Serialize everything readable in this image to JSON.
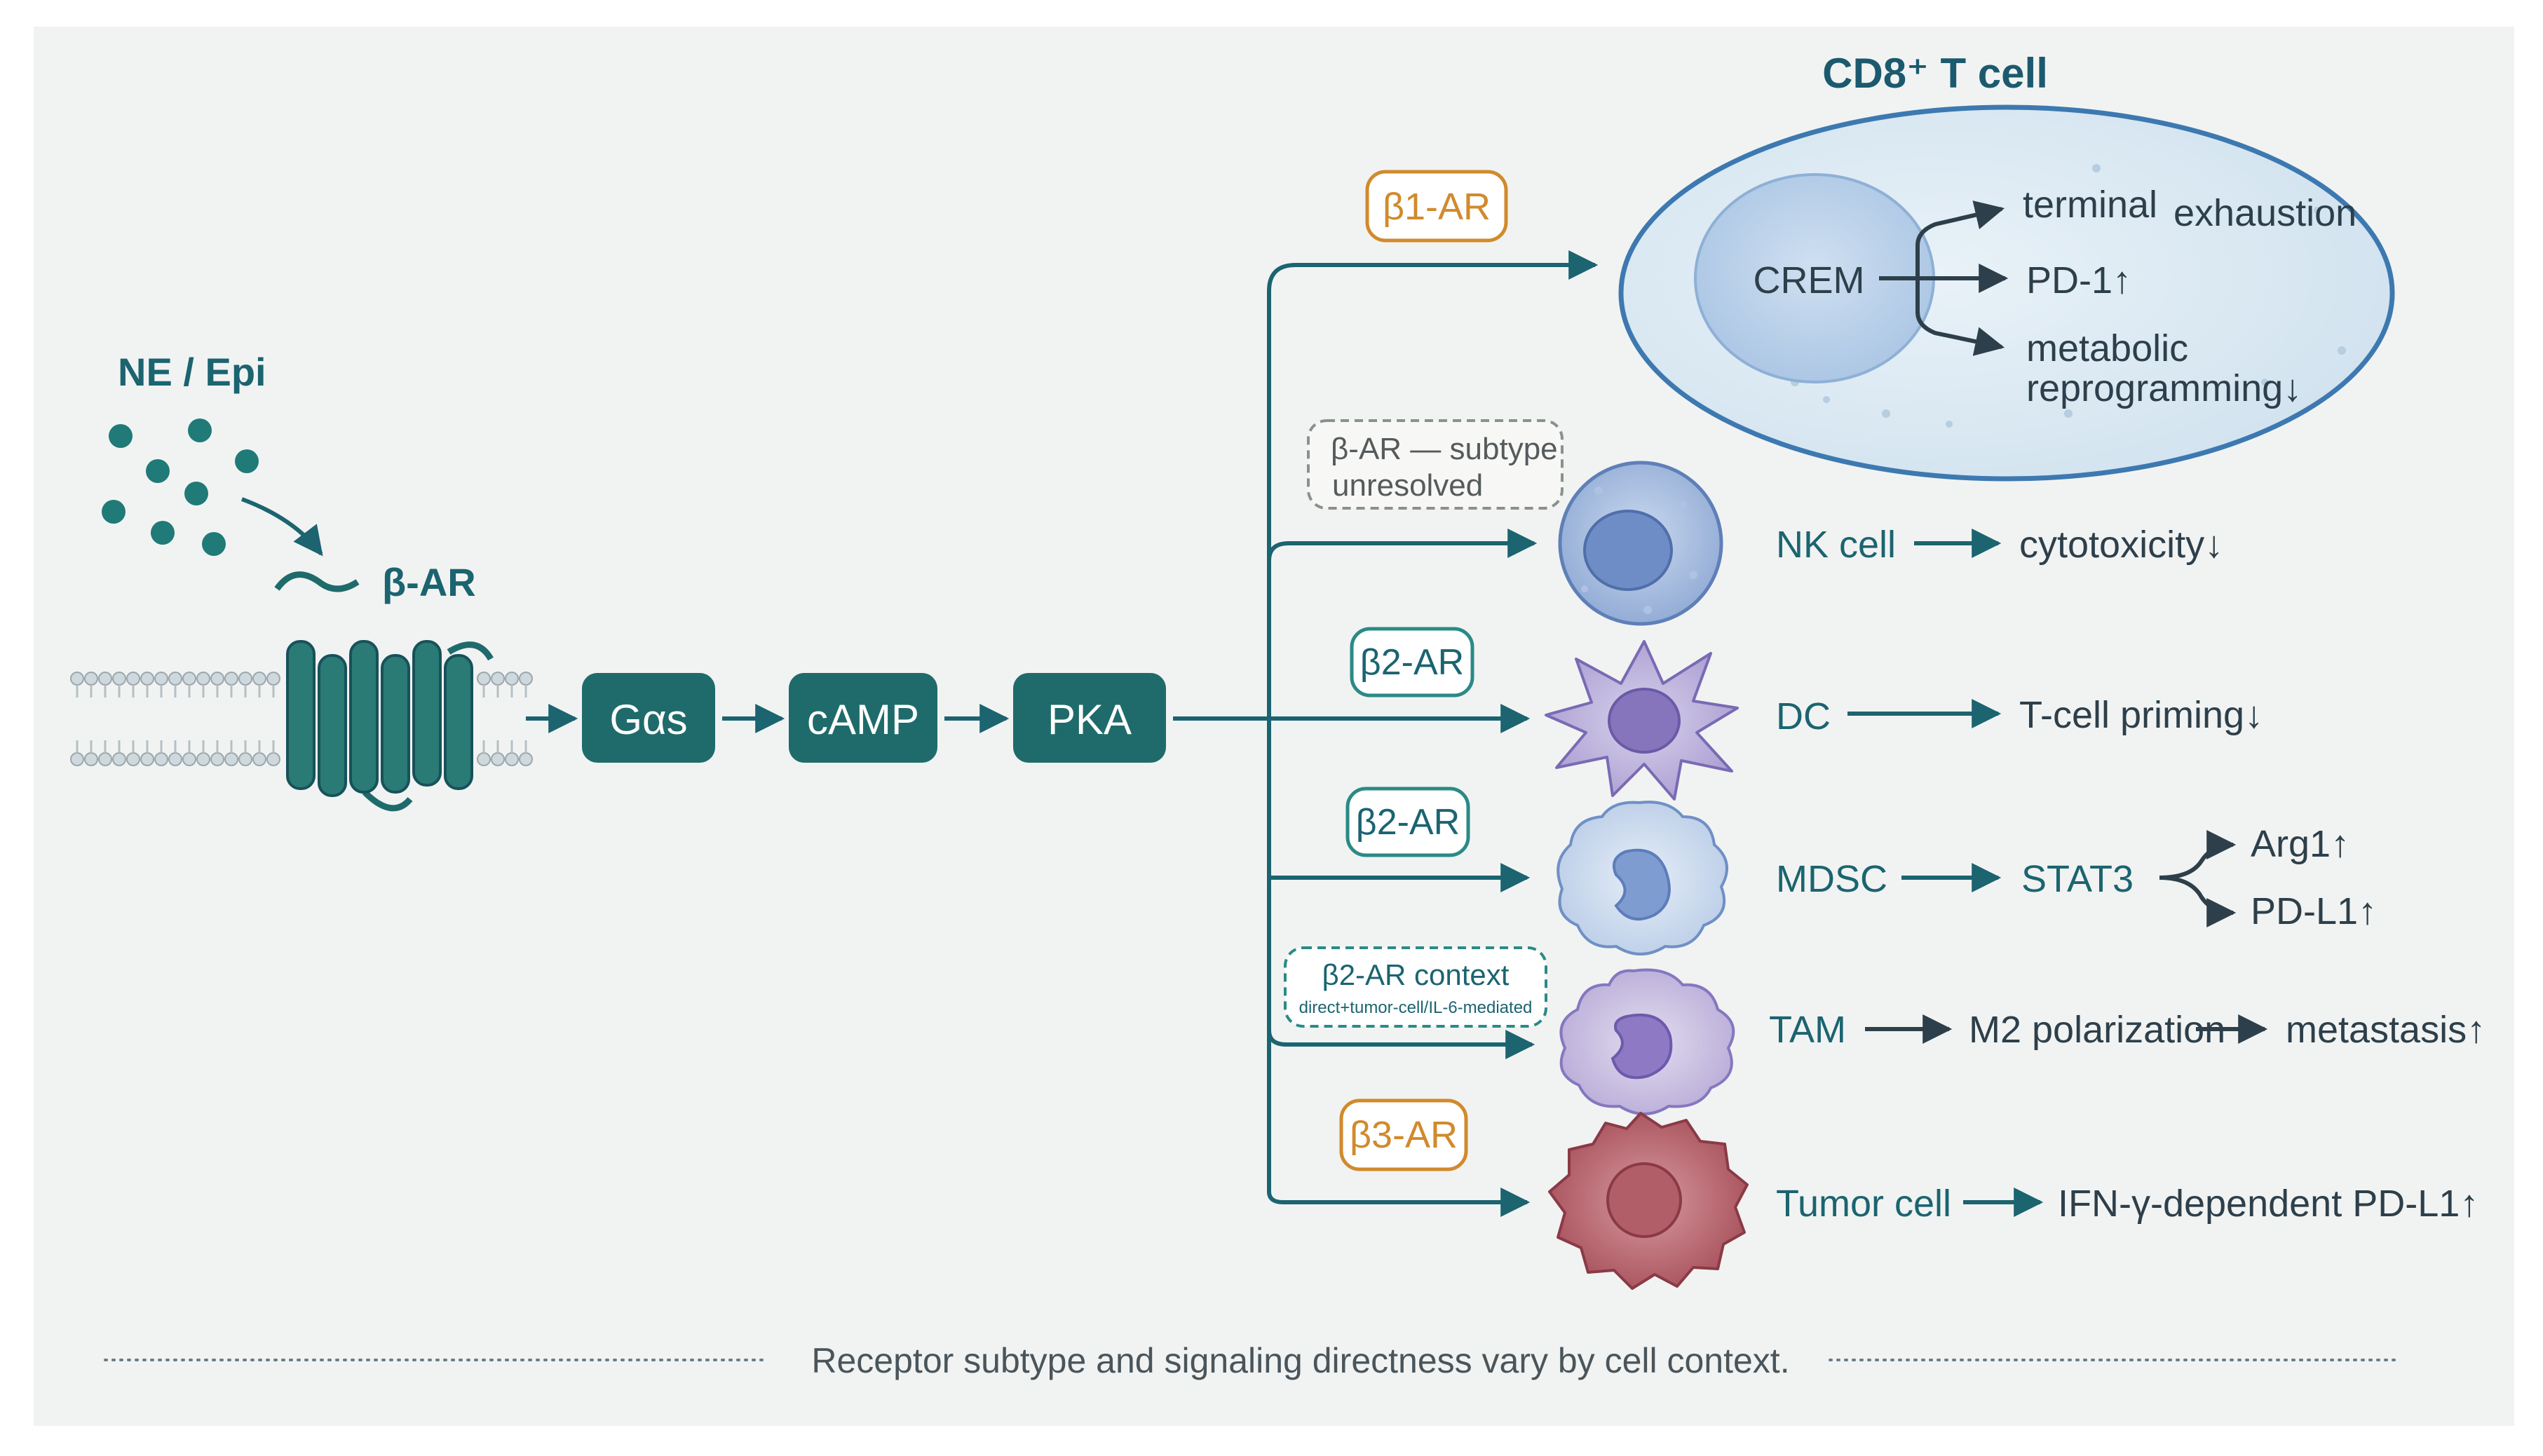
{
  "ligand": {
    "label": "NE / Epi"
  },
  "receptor": {
    "label": "β-AR"
  },
  "cascade": [
    {
      "label": "Gαs"
    },
    {
      "label": "cAMP"
    },
    {
      "label": "PKA"
    }
  ],
  "branches": [
    {
      "receptor": "β1-AR",
      "receptor_style": "orange"
    },
    {
      "receptor": "β-AR — subtype",
      "receptor_line2": "unresolved",
      "receptor_style": "gray-dashed"
    },
    {
      "receptor": "β2-AR",
      "receptor_style": "teal"
    },
    {
      "receptor": "β2-AR",
      "receptor_style": "teal"
    },
    {
      "receptor": "β2-AR context",
      "receptor_line2": "direct+tumor-cell/IL-6-mediated",
      "receptor_style": "teal-dashed"
    },
    {
      "receptor": "β3-AR",
      "receptor_style": "orange"
    }
  ],
  "cd8": {
    "title": "CD8⁺ T cell",
    "nucleus": "CREM",
    "outcomes": [
      "terminal",
      "exhaustion",
      "PD-1↑",
      "metabolic",
      "reprogramming↓"
    ]
  },
  "cells": {
    "nk": {
      "name": "NK cell",
      "effect": "cytotoxicity↓"
    },
    "dc": {
      "name": "DC",
      "effect": "T-cell priming↓"
    },
    "mdsc": {
      "name": "MDSC",
      "mediator": "STAT3",
      "effects": [
        "Arg1↑",
        "PD-L1↑"
      ]
    },
    "tam": {
      "name": "TAM",
      "mediator": "M2 polarization",
      "effect": "metastasis↑"
    },
    "tumor": {
      "name": "Tumor cell",
      "effect": "IFN-γ-dependent PD-L1↑"
    }
  },
  "footer": {
    "note": "Receptor subtype and signaling directness vary by cell context."
  },
  "colors": {
    "teal": "#1b6470",
    "teal_node": "#1f6b6b",
    "orange": "#d18a2c",
    "background": "#f1f3f2",
    "cd8_fill": "#dbe9f3",
    "cd8_stroke": "#3d79b0"
  }
}
